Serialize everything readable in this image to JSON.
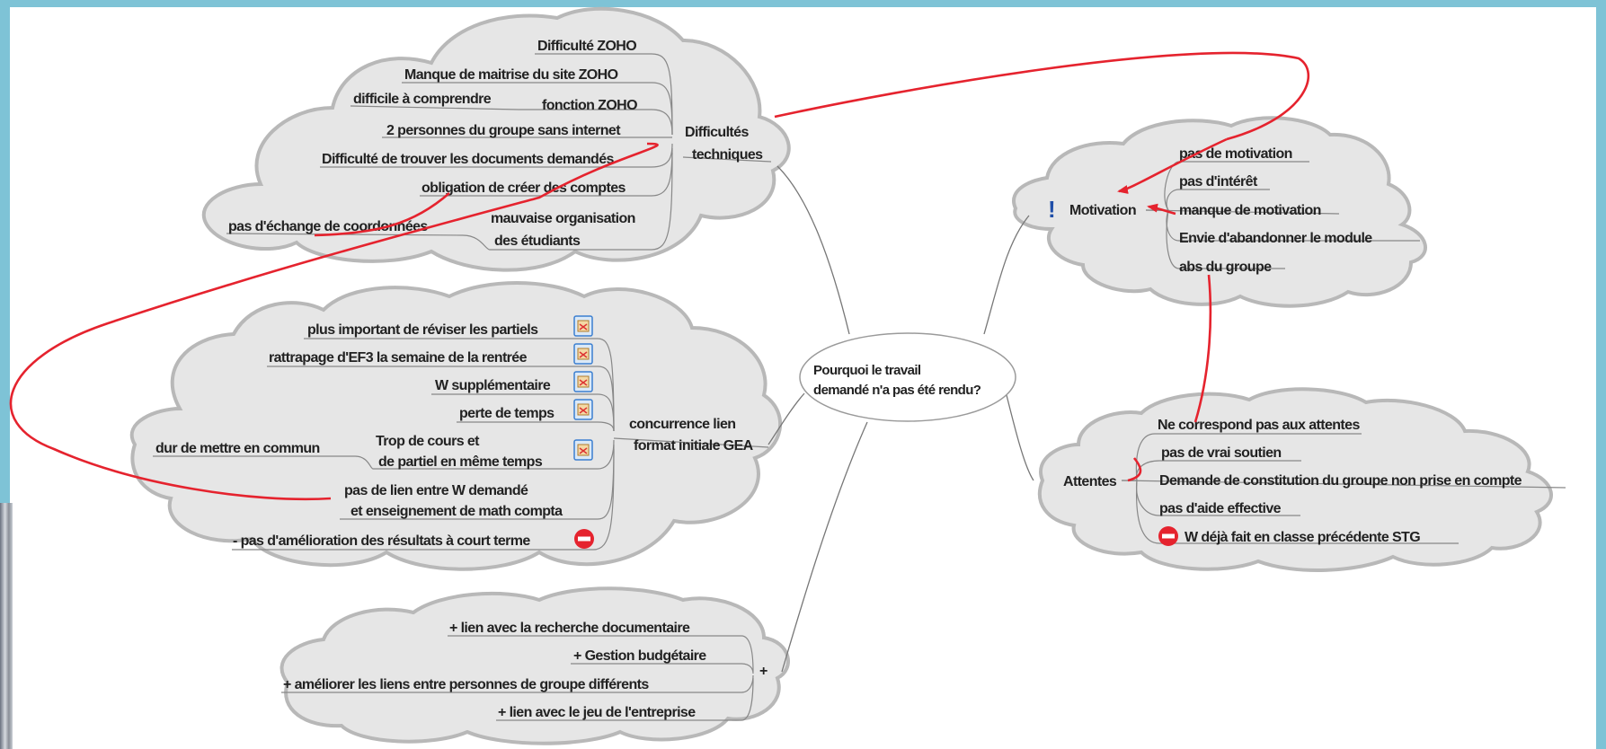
{
  "center": {
    "line1": "Pourquoi le travail",
    "line2": "demandé n'a pas été rendu?"
  },
  "difficultes": {
    "title_line1": "Difficultés",
    "title_line2": "techniques",
    "items": [
      "Difficulté ZOHO",
      "Manque de maitrise du site ZOHO",
      "fonction ZOHO",
      "difficile à comprendre",
      "2 personnes du groupe sans internet",
      "Difficulté de trouver les documents demandés",
      "obligation de créer des comptes",
      "mauvaise organisation",
      "des étudiants",
      "pas d'échange de coordonnées"
    ]
  },
  "concurrence": {
    "title_line1": "concurrence lien",
    "title_line2": "format initiale GEA",
    "items": [
      "plus important de réviser les partiels",
      "rattrapage d'EF3 la semaine de la rentrée",
      "W supplémentaire",
      "perte de temps",
      "Trop de cours et",
      "de partiel en même temps",
      "dur de mettre en commun",
      "pas de lien entre W demandé",
      "et enseignement  de math compta",
      "- pas d'amélioration des résultats à court terme"
    ]
  },
  "plus": {
    "title": "+",
    "items": [
      "+ lien avec la recherche documentaire",
      "+ Gestion budgétaire",
      "+ améliorer les liens entre personnes de groupe différents",
      "+ lien avec le jeu de l'entreprise"
    ]
  },
  "motivation": {
    "title": "Motivation",
    "marker": "!",
    "items": [
      "pas de motivation",
      "pas d'intérêt",
      "manque de motivation",
      "Envie d'abandonner le module",
      "abs du groupe"
    ]
  },
  "attentes": {
    "title": "Attentes",
    "items": [
      "Ne correspond pas aux attentes",
      "pas de vrai soutien",
      "Demande de constitution du groupe non prise en compte",
      "pas d'aide effective",
      "W déjà fait en classe précédente STG"
    ]
  },
  "colors": {
    "cloud_fill": "#e6e6e6",
    "cloud_stroke": "#b8b8b8",
    "relation": "#e5232e",
    "line": "#777777"
  },
  "icons": {
    "task": "task-icon",
    "minus": "minus-icon",
    "important": "exclamation-icon"
  }
}
